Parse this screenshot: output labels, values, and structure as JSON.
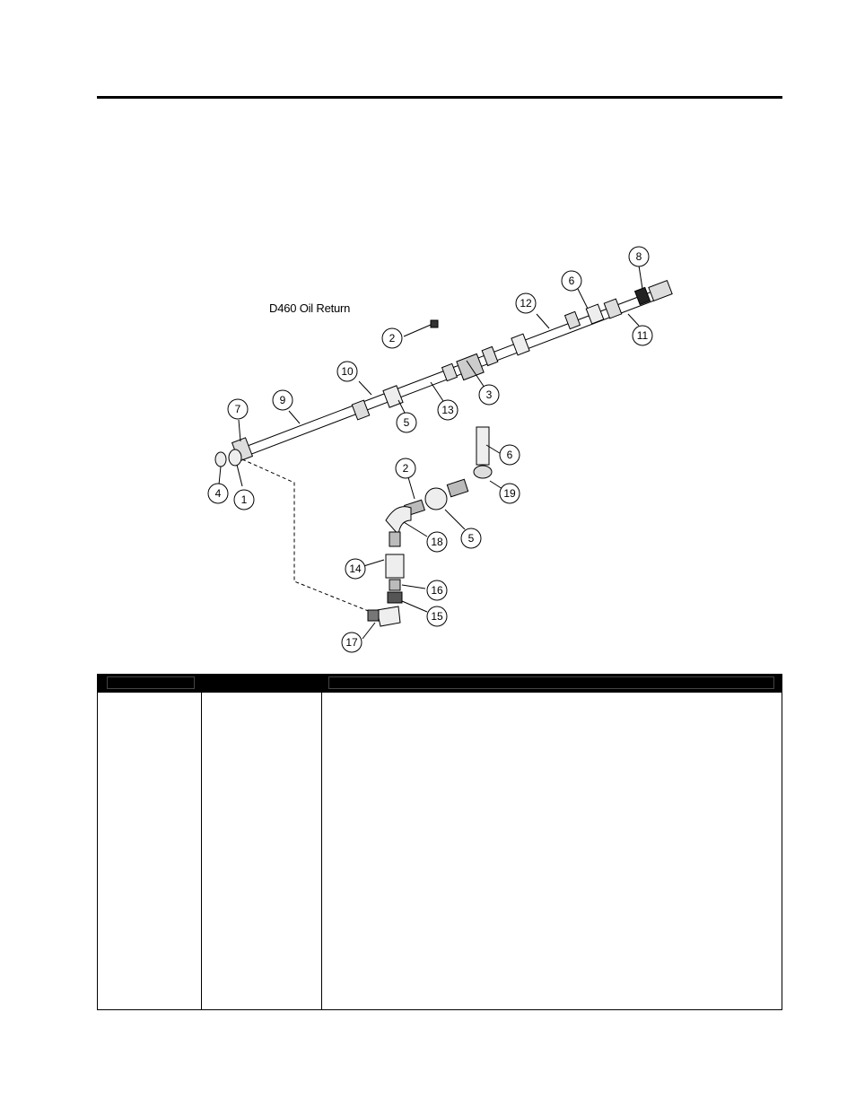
{
  "figure": {
    "title": "D460 Oil Return",
    "callouts": [
      "8",
      "6",
      "12",
      "11",
      "2",
      "3",
      "10",
      "9",
      "13",
      "5",
      "7",
      "4",
      "1",
      "6",
      "2",
      "19",
      "5",
      "18",
      "14",
      "16",
      "15",
      "17"
    ]
  },
  "table": {
    "headers": [
      "",
      "",
      ""
    ],
    "rows": []
  }
}
